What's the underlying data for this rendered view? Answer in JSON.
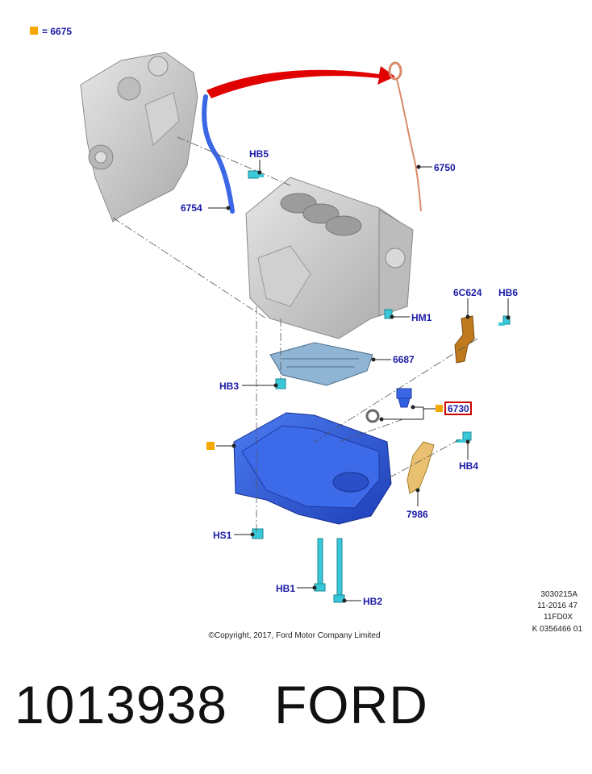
{
  "legend": {
    "label": "= 6675",
    "marker_color": "#f5a800"
  },
  "callouts": {
    "c6750": "6750",
    "c6754": "6754",
    "hb5": "HB5",
    "c6c624": "6C624",
    "hb6": "HB6",
    "hm1": "HM1",
    "c6687": "6687",
    "hb3": "HB3",
    "c6730": "6730",
    "hb4": "HB4",
    "c7986": "7986",
    "hs1": "HS1",
    "hb1": "HB1",
    "hb2": "HB2"
  },
  "meta_lines": [
    "3030215A",
    "11-2016 47",
    "11FD0X",
    "K 0356466 01"
  ],
  "copyright": "©Copyright, 2017, Ford Motor Company Limited",
  "caption": {
    "part_number": "1013938",
    "brand": "FORD"
  },
  "colors": {
    "callout_text": "#1a1aa6",
    "highlight_box": "#cc0000",
    "oil_pan": "#2f5fe0",
    "dipstick_tube": "#3b66e6",
    "bolt": "#39c8d8",
    "bracket": "#c07a1e",
    "arrow": "#e10000",
    "casting": "#c9c9c9",
    "baffle": "#7fa8c8",
    "tensioner": "#e9c070"
  }
}
